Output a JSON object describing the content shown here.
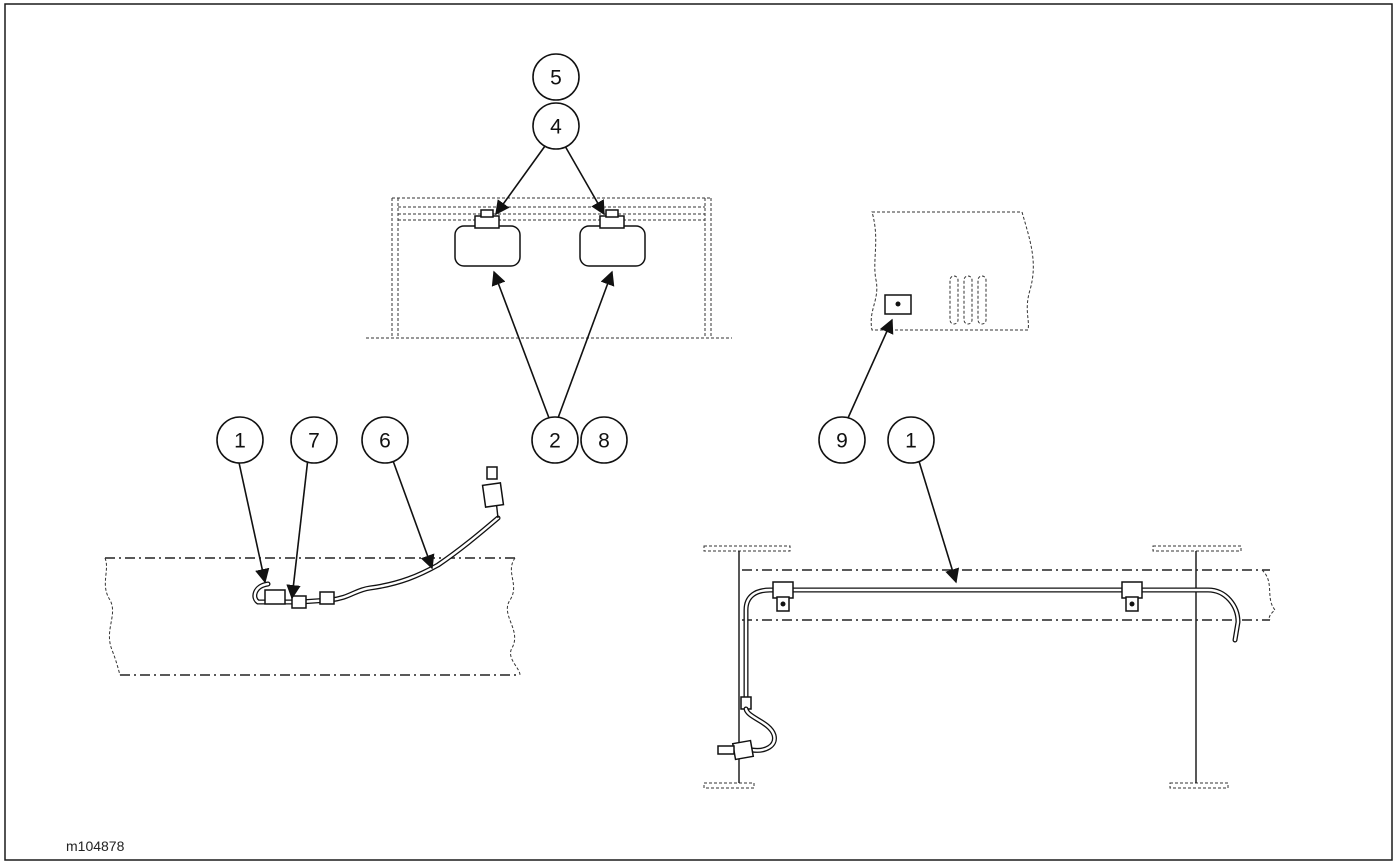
{
  "figure_reference": "m104878",
  "callouts": {
    "c5": "5",
    "c4": "4",
    "c2": "2",
    "c8": "8",
    "c9": "9",
    "c1_right": "1",
    "c1_left": "1",
    "c7": "7",
    "c6": "6"
  }
}
